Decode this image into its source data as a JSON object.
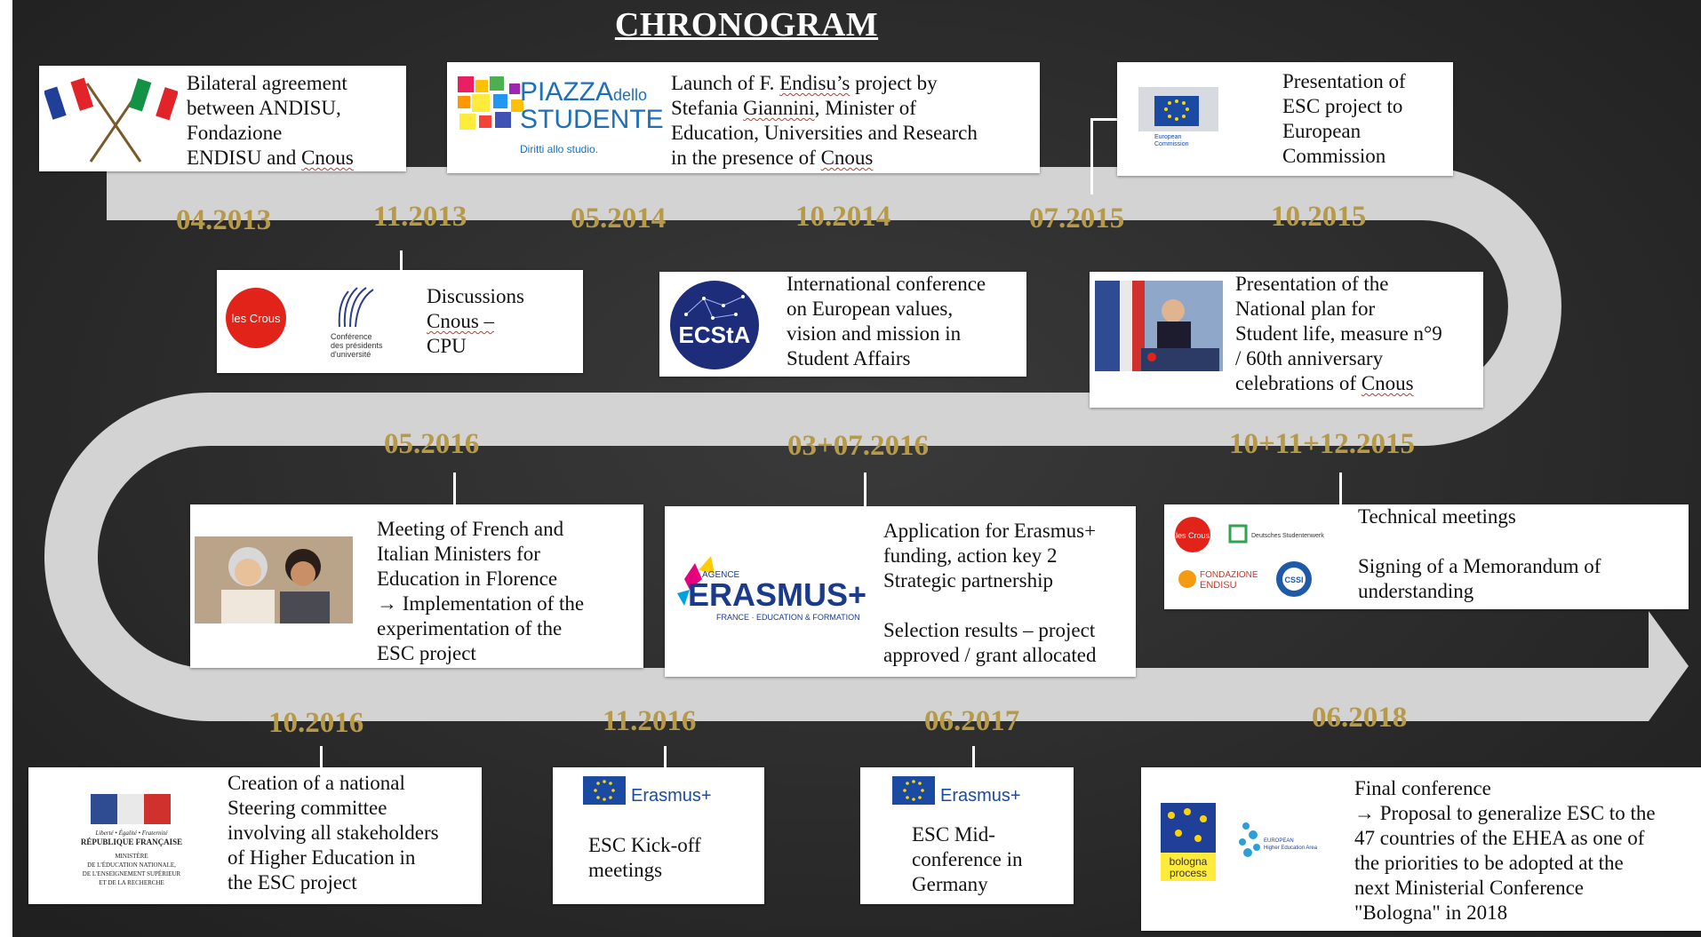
{
  "title": "CHRONOGRAM",
  "colors": {
    "background": "#2b2b2b",
    "band": "#d3d3d3",
    "date_text": "#b79a48",
    "card": "#ffffff"
  },
  "dates": [
    "04.2013",
    "11.2013",
    "05.2014",
    "10.2014",
    "07.2015",
    "10.2015",
    "05.2016",
    "03+07.2016",
    "10+11+12.2015",
    "10.2016",
    "11.2016",
    "06.2017",
    "06.2018"
  ],
  "events": [
    {
      "l1": "Bilateral agreement",
      "l2": "between ANDISU,",
      "l3": "Fondazione",
      "l4a": "ENDISU and",
      "l4b": "Cnous"
    },
    {
      "l1a": "Launch of F.",
      "l1b": "Endisu’s",
      "l1c": "project by",
      "l2a": "Stefania",
      "l2b": "Giannini",
      "l2c": ", Minister of",
      "l3": "Education, Universities and Research",
      "l4a": "in the presence of",
      "l4b": "Cnous"
    },
    {
      "l1": "Presentation of",
      "l2": "ESC project to",
      "l3": "European",
      "l4": "Commission"
    },
    {
      "l1": "Discussions",
      "l2": "Cnous –",
      "l3": "CPU"
    },
    {
      "l1": "International conference",
      "l2": "on European values,",
      "l3": "vision and mission in",
      "l4": "Student Affairs"
    },
    {
      "l1": "Presentation of the",
      "l2": "National plan for",
      "l3": "Student life, measure n°9",
      "l4": "/ 60th anniversary",
      "l5a": "celebrations of",
      "l5b": "Cnous"
    },
    {
      "l1": "Meeting of French and",
      "l2": "Italian Ministers for",
      "l3": "Education in Florence",
      "l4": "→ Implementation of the",
      "l5": "experimentation of the",
      "l6": "ESC project"
    },
    {
      "l1": "Application for Erasmus+",
      "l2": "funding, action key 2",
      "l3": "Strategic partnership",
      "l4": "Selection results – project",
      "l5": "approved / grant allocated"
    },
    {
      "l1": "Technical meetings",
      "l2": "Signing of a Memorandum of",
      "l3": "understanding"
    },
    {
      "l1": "Creation of a national",
      "l2": "Steering committee",
      "l3": "involving all stakeholders",
      "l4": "of Higher Education in",
      "l5": "the ESC project"
    },
    {
      "l1": "ESC Kick-off",
      "l2": "meetings"
    },
    {
      "l1": "ESC Mid-",
      "l2": "conference in",
      "l3": "Germany"
    },
    {
      "l1": "Final conference",
      "l2": "→ Proposal to generalize ESC to the",
      "l3": "47 countries of the EHEA as one of",
      "l4": "the priorities to be adopted at the",
      "l5": "next Ministerial Conference",
      "l6": "\"Bologna\" in 2018"
    }
  ],
  "logos": {
    "piazza_1": "PIAZZA",
    "piazza_2": "dello",
    "piazza_3": "STUDENTE",
    "piazza_4": "Diritti allo studio.",
    "ec_1": "European",
    "ec_2": "Commission",
    "crous": "les Crous",
    "cpu_1": "Conférence",
    "cpu_2": "des présidents",
    "cpu_3": "d'université",
    "ecsta": "ECStA",
    "erasmus_agence": "AGENCE",
    "erasmus_main": "ERASMUS+",
    "erasmus_sub": "FRANCE · EDUCATION & FORMATION",
    "dsw": "Deutsches Studentenwerk",
    "fond_1": "FONDAZIONE",
    "fond_2": "ENDISU",
    "cssi": "CSSI",
    "min_1": "Liberté • Égalité • Fraternité",
    "min_2": "RÉPUBLIQUE FRANÇAISE",
    "min_3": "MINISTÈRE",
    "min_4": "DE L'ÉDUCATION NATIONALE,",
    "min_5": "DE L'ENSEIGNEMENT SUPÉRIEUR",
    "min_6": "ET DE LA RECHERCHE",
    "erasmus_plus": "Erasmus+",
    "bologna_1": "bologna",
    "bologna_2": "process",
    "ehea_1": "EUROPEAN",
    "ehea_2": "Higher Education Area"
  }
}
